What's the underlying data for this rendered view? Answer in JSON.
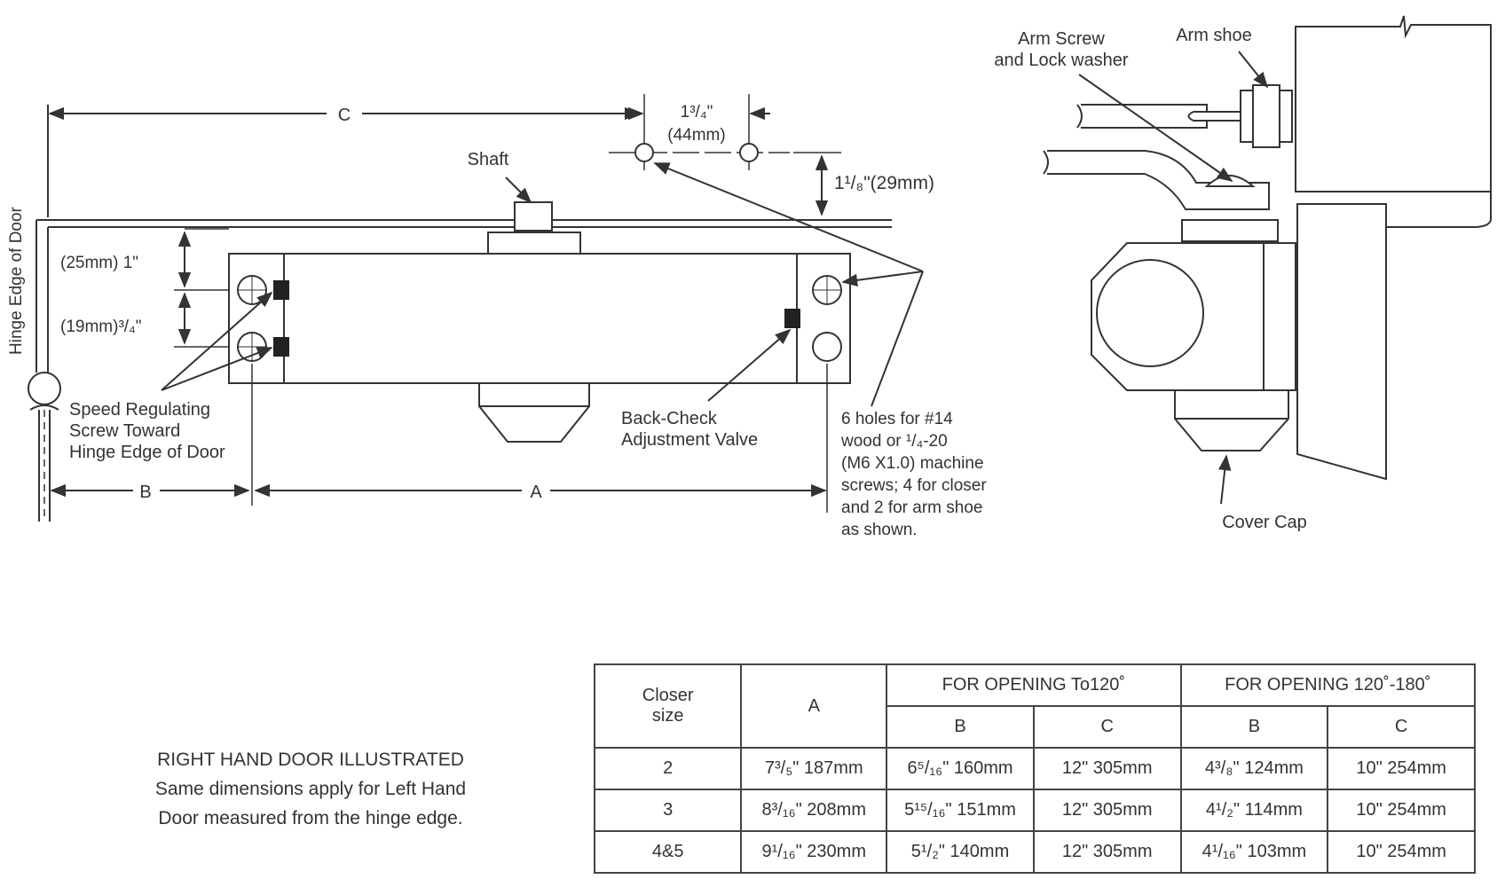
{
  "diagram": {
    "labels": {
      "dim_c": "C",
      "dim_b": "B",
      "dim_a": "A",
      "dim_13_4": "1³/₄\"",
      "dim_44mm": "(44mm)",
      "dim_11_8": "1¹/₈\"(29mm)",
      "dim_25mm": "(25mm) 1\"",
      "dim_19mm": "(19mm)³/₄\"",
      "shaft": "Shaft",
      "hinge_edge": "Hinge Edge of Door",
      "speed_1": "Speed Regulating",
      "speed_2": "Screw Toward",
      "speed_3": "Hinge Edge of Door",
      "backcheck_1": "Back-Check",
      "backcheck_2": "Adjustment Valve",
      "holes_1": "6 holes for #14",
      "holes_2": "wood or ¹/₄-20",
      "holes_3": "(M6 X1.0) machine",
      "holes_4": "screws; 4 for closer",
      "holes_5": "and 2 for arm shoe",
      "holes_6": "as shown.",
      "arm_screw_1": "Arm Screw",
      "arm_screw_2": "and Lock washer",
      "arm_shoe": "Arm shoe",
      "cover_cap": "Cover Cap"
    }
  },
  "note": {
    "line1": "RIGHT HAND DOOR ILLUSTRATED",
    "line2": "Same dimensions apply for Left Hand",
    "line3": "Door measured from the hinge edge."
  },
  "table": {
    "header": {
      "closer_size_1": "Closer",
      "closer_size_2": "size",
      "a": "A",
      "group1": "FOR OPENING To120˚",
      "group2": "FOR OPENING 120˚-180˚",
      "b1": "B",
      "c1": "C",
      "b2": "B",
      "c2": "C"
    },
    "rows": [
      [
        "2",
        "7³/₅\" 187mm",
        "6⁵/₁₆\" 160mm",
        "12\"  305mm",
        "4³/₈\"  124mm",
        "10\" 254mm"
      ],
      [
        "3",
        "8³/₁₆\" 208mm",
        "5¹⁵/₁₆\" 151mm",
        "12\"  305mm",
        "4¹/₂\"  114mm",
        "10\" 254mm"
      ],
      [
        "4&5",
        "9¹/₁₆\" 230mm",
        "5¹/₂\"  140mm",
        "12\"  305mm",
        "4¹/₁₆\" 103mm",
        "10\" 254mm"
      ]
    ]
  }
}
